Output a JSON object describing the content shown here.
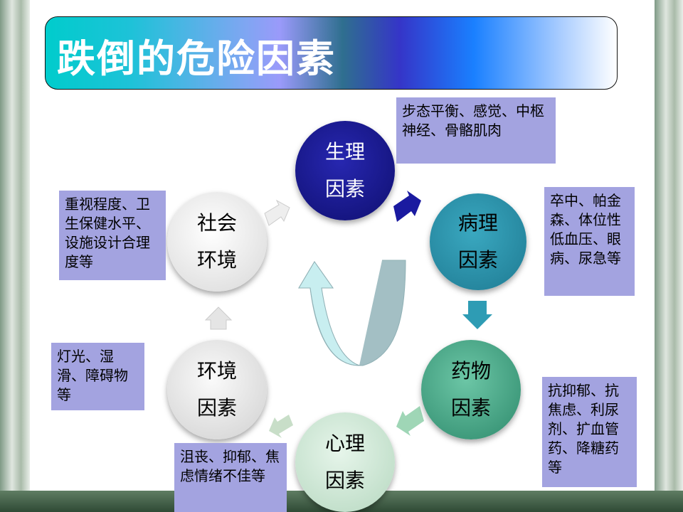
{
  "title": "跌倒的危险因素",
  "circles": [
    {
      "line1": "生理",
      "line2": "因素",
      "color": "#1a1a9a"
    },
    {
      "line1": "病理",
      "line2": "因素",
      "color": "#2e9cb4"
    },
    {
      "line1": "药物",
      "line2": "因素",
      "color": "#3fa887"
    },
    {
      "line1": "心理",
      "line2": "因素",
      "color": "#cfe8d6"
    },
    {
      "line1": "环境",
      "line2": "因素",
      "color": "#e6e6e6"
    },
    {
      "line1": "社会",
      "line2": "环境",
      "color": "#eeeeee"
    }
  ],
  "boxes": {
    "physiological": "步态平衡、感觉、中枢神经、骨骼肌肉",
    "pathological": "卒中、帕金森、体位性低血压、眼病、尿急等",
    "drug": "抗抑郁、抗焦虑、利尿剂、扩血管药、降糖药等",
    "psychological": "沮丧、抑郁、焦虑情绪不佳等",
    "environment": "灯光、湿滑、障碍物等",
    "social": "重视程度、卫生保健水平、设施设计合理度等"
  }
}
